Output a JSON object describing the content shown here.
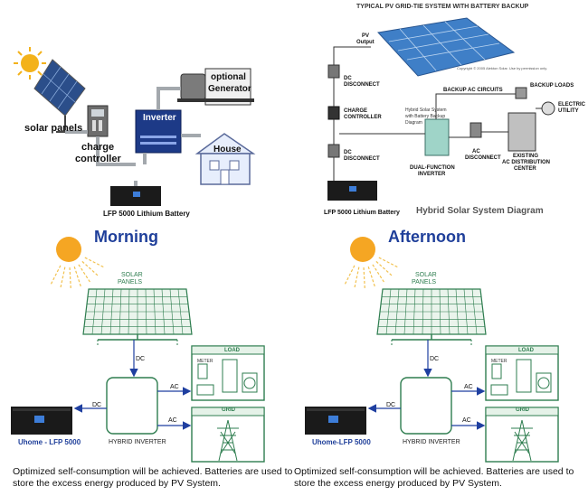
{
  "top_left": {
    "label_solar_panels": "solar panels",
    "label_charge": "charge",
    "label_controller": "controller",
    "label_inverter": "Inverter",
    "label_optional": "optional",
    "label_generator": "Generator",
    "label_house": "House",
    "label_battery": "LFP 5000 Lithium Battery"
  },
  "top_right": {
    "title": "TYPICAL PV GRID-TIE SYSTEM WITH BATTERY BACKUP",
    "pv_output": [
      "PV",
      "Output"
    ],
    "dc_disconnect_1": [
      "DC",
      "DISCONNECT"
    ],
    "charge_controller": [
      "CHARGE",
      "CONTROLLER"
    ],
    "dc_disconnect_2": [
      "DC",
      "DISCONNECT"
    ],
    "copyright": "Copyright © 2005 Alekton Solar. Use by permission only.",
    "backup_ac_circuits": "BACKUP AC CIRCUITS",
    "backup_loads": "BACKUP LOADS",
    "electric_utility": [
      "ELECTRIC",
      "UTILITY"
    ],
    "hybrid_note": [
      "Hybrid Solar System",
      "with Battery Backup",
      "Diagram"
    ],
    "ac_disconnect": [
      "AC",
      "DISCONNECT"
    ],
    "dual_function_inverter": [
      "DUAL-FUNCTION",
      "INVERTER"
    ],
    "existing_center": [
      "EXISTING",
      "AC DISTRIBUTION",
      "CENTER"
    ],
    "battery_label": "LFP 5000 Lithium Battery",
    "diagram_title": "Hybrid Solar System Diagram"
  },
  "scenarios": [
    {
      "title": "Morning",
      "solar_panels": [
        "SOLAR",
        "PANELS"
      ],
      "dc_top": "DC",
      "load": "LOAD",
      "meter": "METER",
      "ac_load": "AC",
      "dc_battery": "DC",
      "ac_grid": "AC",
      "grid": "GRID",
      "battery_label": "Uhome - LFP 5000",
      "inverter_label": "HYBRID INVERTER",
      "caption": "Optimized self-consumption will be achieved. Batteries are used to store the excess energy produced by PV System."
    },
    {
      "title": "Afternoon",
      "solar_panels": [
        "SOLAR",
        "PANELS"
      ],
      "dc_top": "DC",
      "load": "LOAD",
      "meter": "METER",
      "ac_load": "AC",
      "dc_battery": "DC",
      "ac_grid": "AC",
      "grid": "GRID",
      "battery_label": "Uhome-LFP 5000",
      "inverter_label": "HYBRID INVERTER",
      "caption": "Optimized self-consumption will be achieved. Batteries are used to store the excess energy produced by PV System."
    }
  ],
  "colors": {
    "blue_title": "#1f3f9a",
    "green": "#2e7d4f",
    "arrow_blue": "#1f3fa0",
    "gray_line": "#9aa0a6",
    "sun": "#f5a623"
  }
}
